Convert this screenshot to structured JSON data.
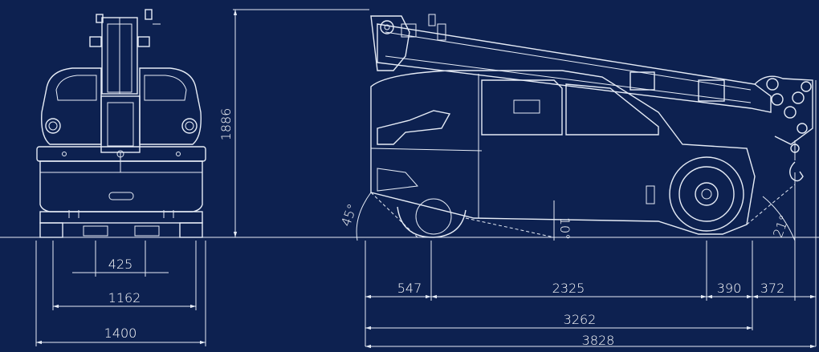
{
  "dimensions": {
    "track_inner": "425",
    "track_outer": "1162",
    "total_width": "1400",
    "height": "1886",
    "front_overhang": "547",
    "wheelbase": "2325",
    "rear_offset": "390",
    "rear_overhang": "372",
    "body_length": "3262",
    "total_length": "3828"
  },
  "angles": {
    "approach": "45°",
    "belly": "10°",
    "departure": "21°"
  },
  "colors": {
    "background": "#0d2150",
    "lines": "#e6ecf6",
    "text": "#ffffff"
  }
}
